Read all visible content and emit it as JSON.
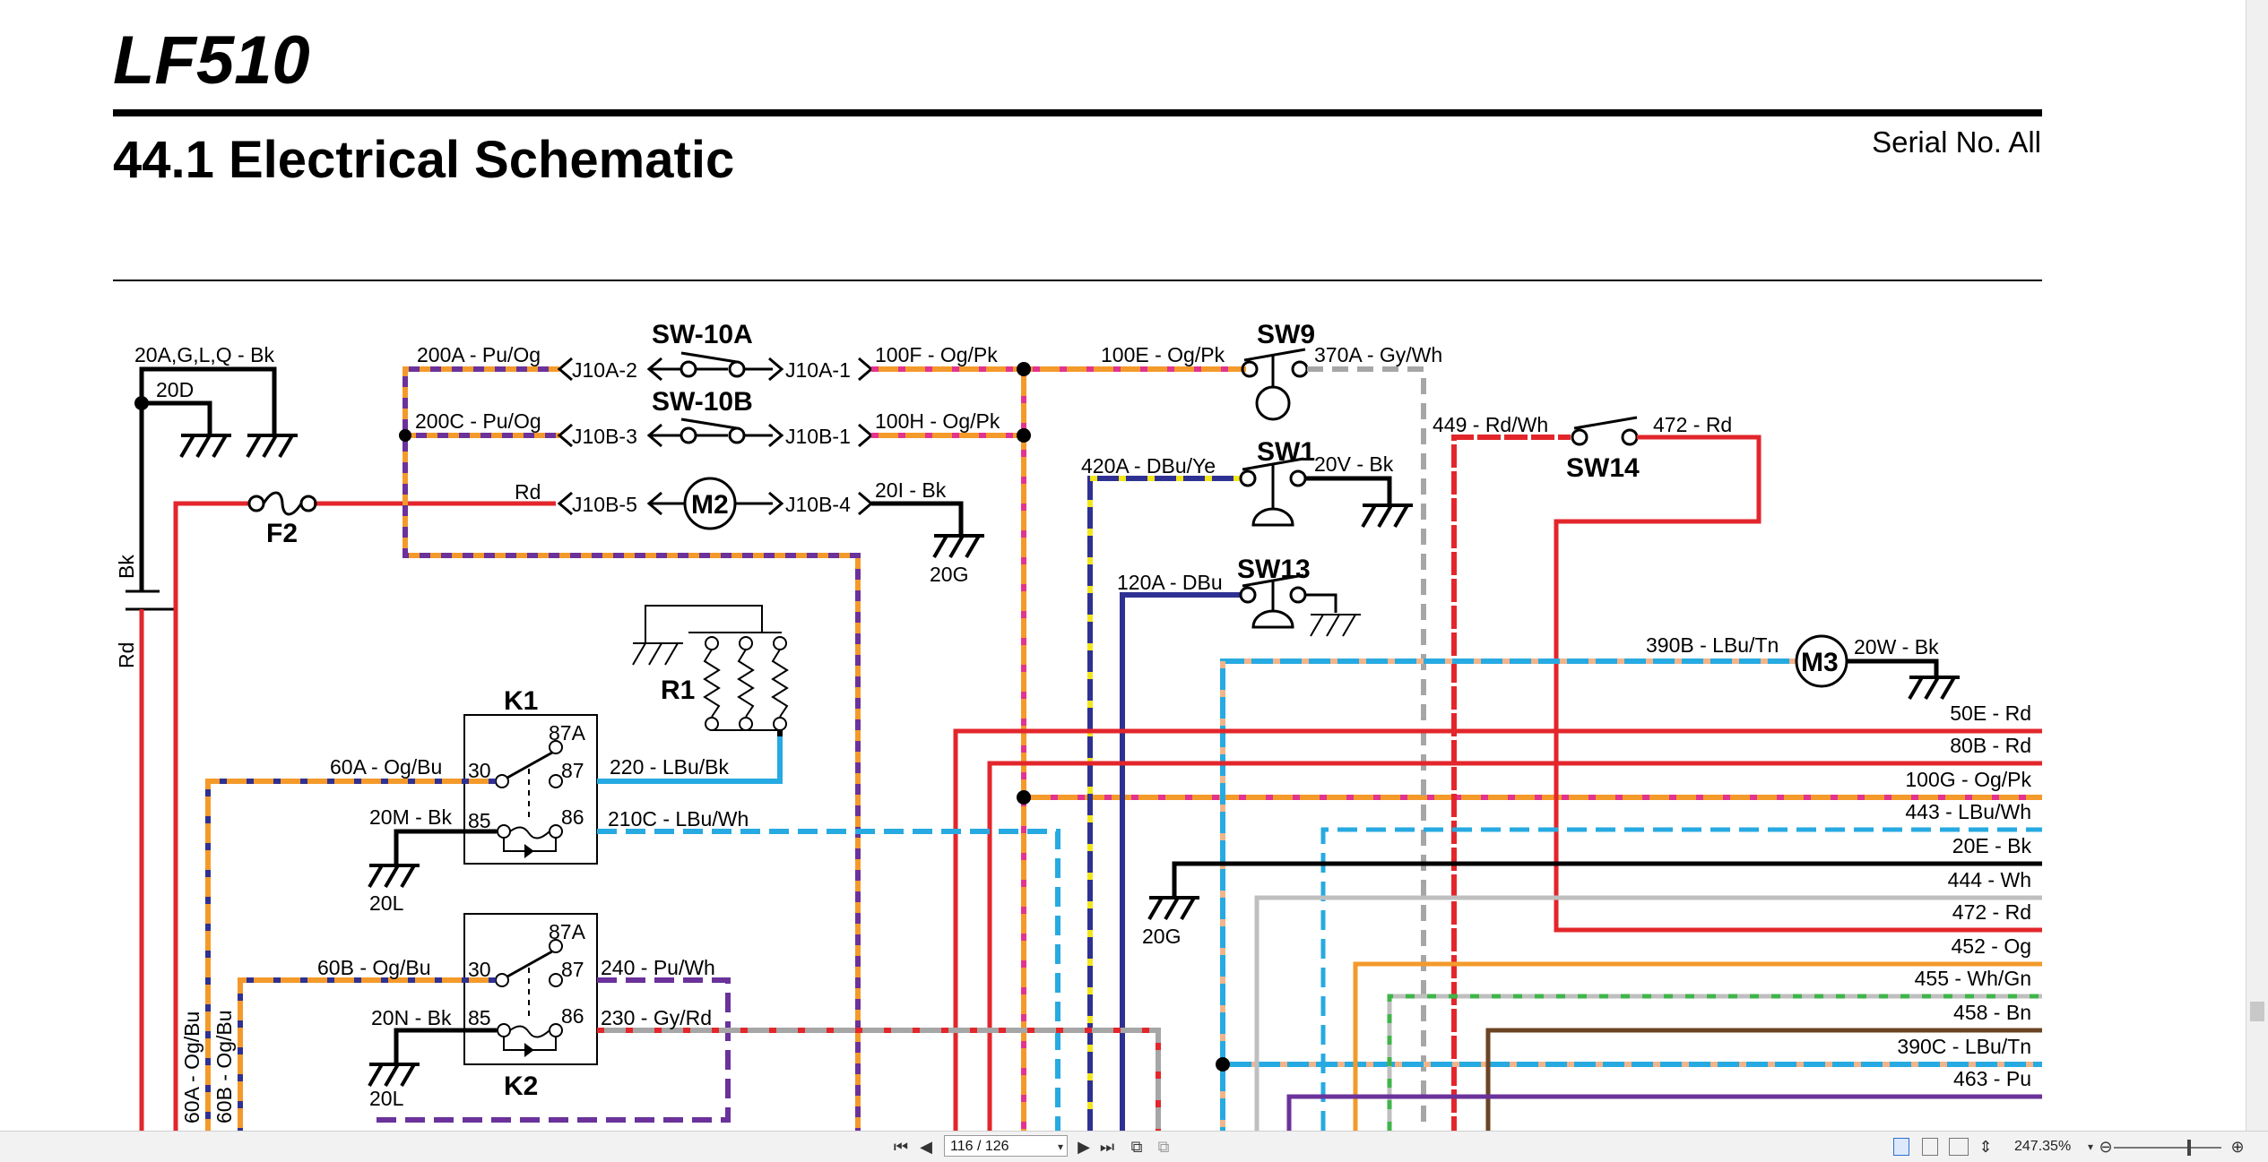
{
  "header": {
    "model": "LF510",
    "title": "44.1 Electrical Schematic",
    "serial": "Serial No. All"
  },
  "schematic": {
    "components": {
      "sw10a": "SW-10A",
      "sw10b": "SW-10B",
      "sw9": "SW9",
      "sw1": "SW1",
      "sw13": "SW13",
      "sw14": "SW14",
      "f2": "F2",
      "m2": "M2",
      "m3": "M3",
      "r1": "R1",
      "k1": "K1",
      "k2": "K2"
    },
    "connectors": {
      "j10a2": "J10A-2",
      "j10a1": "J10A-1",
      "j10b3": "J10B-3",
      "j10b1": "J10B-1",
      "j10b5": "J10B-5",
      "j10b4": "J10B-4"
    },
    "grounds": {
      "g20d": "20D",
      "g20g_top": "20G",
      "g20l_k1": "20L",
      "g20l_k2": "20L",
      "g20g_mid": "20G"
    },
    "relay_pins": {
      "k1_87a": "87A",
      "k1_30": "30",
      "k1_87": "87",
      "k1_85": "85",
      "k1_86": "86",
      "k2_87a": "87A",
      "k2_30": "30",
      "k2_87": "87",
      "k2_85": "85",
      "k2_86": "86"
    },
    "wires": {
      "w20a": "20A,G,L,Q - Bk",
      "w200a": "200A - Pu/Og",
      "w200c": "200C - Pu/Og",
      "wrd": "Rd",
      "w100f": "100F - Og/Pk",
      "w100h": "100H - Og/Pk",
      "w20i": "20I - Bk",
      "w100e": "100E - Og/Pk",
      "w370a": "370A - Gy/Wh",
      "w420a": "420A - DBu/Ye",
      "w20v": "20V - Bk",
      "w120a": "120A - DBu",
      "w449": "449 - Rd/Wh",
      "w472top": "472 - Rd",
      "w390b": "390B - LBu/Tn",
      "w20w": "20W - Bk",
      "wbk": "Bk",
      "wrdv": "Rd",
      "w60a": "60A - Og/Bu",
      "w220": "220 - LBu/Bk",
      "w20m": "20M - Bk",
      "w210c": "210C - LBu/Wh",
      "w60b": "60B - Og/Bu",
      "w240": "240 - Pu/Wh",
      "w20n": "20N - Bk",
      "w230": "230 - Gy/Rd",
      "w60av": "60A - Og/Bu",
      "w60bv": "60B - Og/Bu"
    },
    "harness": [
      "50E - Rd",
      "80B - Rd",
      "100G - Og/Pk",
      "443 - LBu/Wh",
      "20E - Bk",
      "444 - Wh",
      "472 - Rd",
      "452 - Og",
      "455 - Wh/Gn",
      "458 - Bn",
      "390C - LBu/Tn",
      "463 - Pu"
    ]
  },
  "toolbar": {
    "page": "116 / 126",
    "zoom": "247.35%"
  },
  "colors": {
    "red": "#e2262b",
    "orange": "#f39a2b",
    "purple": "#6a329a",
    "pink": "#e2338f",
    "lightblue": "#27aae1",
    "darkblue": "#2e3192",
    "yellow": "#f2e61c",
    "gray": "#a6a6a6",
    "green": "#3fb549",
    "brown": "#6b4423",
    "black": "#000000"
  }
}
